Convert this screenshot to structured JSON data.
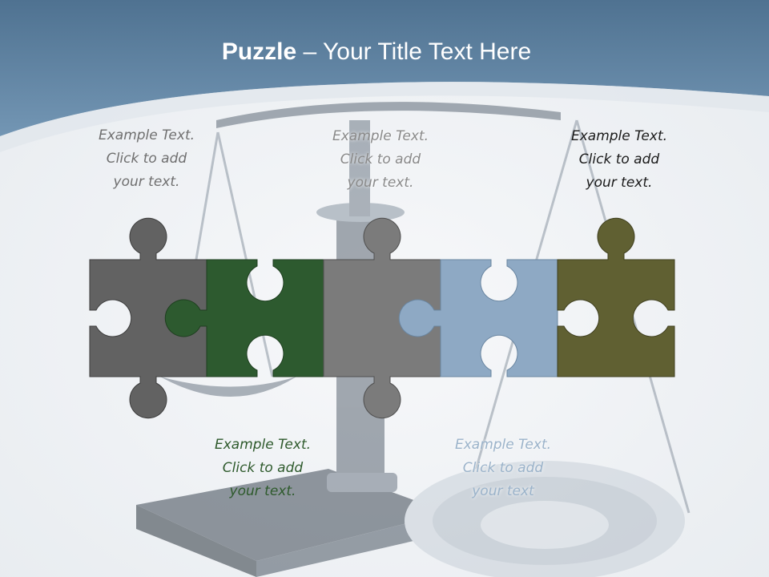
{
  "title": {
    "bold": "Puzzle",
    "rest": " – Your Title Text Here"
  },
  "captions": [
    "Example Text.\nClick  to add\nyour text.",
    "Example Text.\nClick  to add\nyour text.",
    "Example Text.\nClick  to add\nyour text.",
    "Example Text.\nClick  to add\nyour text",
    "Example Text.\nClick  to add\nyour text."
  ],
  "colors": {
    "header": "#5d7f9e",
    "piece_1": "#626262",
    "piece_2": "#2d5a2f",
    "piece_3": "#7b7b7b",
    "piece_4": "#8ea9c4",
    "piece_5": "#606032"
  }
}
